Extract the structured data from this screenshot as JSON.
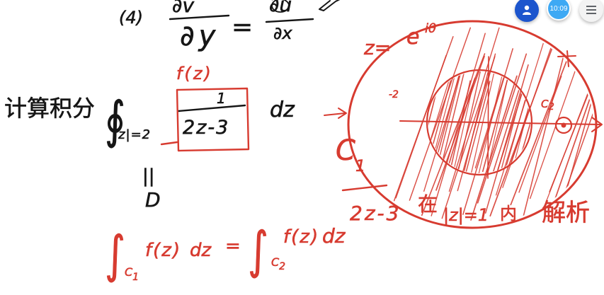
{
  "app": {
    "controls": {
      "account": {
        "icon": "person-icon",
        "color": "#1c55cd"
      },
      "clock": {
        "time": "10:09",
        "color": "#3ea9f4"
      },
      "menu": {
        "icon": "hamburger-menu-icon",
        "color": "#f3f3f3"
      }
    }
  },
  "canvas": {
    "background": "#ffffff",
    "ink_colors": {
      "black": "#161616",
      "red": "#d73b30"
    },
    "black_ink": {
      "item_number": "(4)",
      "cr_equation": {
        "lhs_numerator": "∂v",
        "lhs_denominator": "∂y",
        "equals": "=",
        "rhs_numerator": "∂u",
        "rhs_denominator": "∂x"
      },
      "prompt": "计算积分",
      "integral": {
        "sign": "∮",
        "contour": "|z|=2",
        "integrand_numerator": "1",
        "integrand_denominator": "2z-3",
        "differential": "dz"
      },
      "contour_note": {
        "bars": "||",
        "letter": "D"
      }
    },
    "red_ink": {
      "integrand_label": "f(z)",
      "parametrization": {
        "lhs": "z=",
        "base": "e",
        "exponent": "iθ"
      },
      "outer_contour_label": {
        "letter": "C",
        "index": "1"
      },
      "axis_label": "-2",
      "singularity_contour_label": {
        "letter": "C",
        "index": "2"
      },
      "analyticity_note": {
        "expression": "2z-3",
        "word_at": "在",
        "region": "|z|=1",
        "word_inside": "内",
        "word_analytic": "解析"
      },
      "deformation_identity": {
        "lhs": {
          "sign": "∫",
          "contour": "C",
          "index": "1",
          "integrand": "f(z)",
          "differential": "dz"
        },
        "equals": "=",
        "rhs": {
          "sign": "∫",
          "contour": "C",
          "index": "2",
          "integrand": "f(z)",
          "differential": "dz"
        }
      }
    }
  }
}
